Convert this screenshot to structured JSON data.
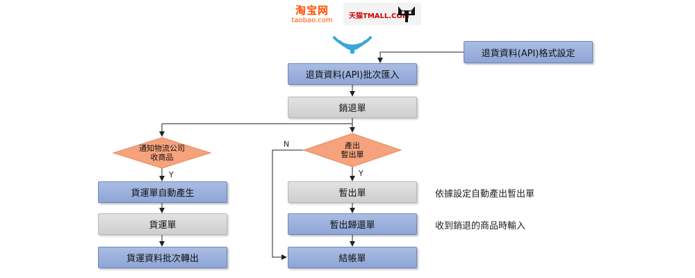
{
  "logos": {
    "taobao_cn": "淘宝网",
    "taobao_en": "taobao.com",
    "tmall_text": "天猫TMALL.COM"
  },
  "nodes": {
    "api_format": "退貨資料(API)格式設定",
    "batch_import": "退貨資料(API)批次匯入",
    "sales_return": "銷退單",
    "ship_auto": "貨運單自動產生",
    "ship_doc": "貨運單",
    "ship_export": "貨運資料批次轉出",
    "temp_out": "暫出單",
    "temp_out_return": "暫出歸還單",
    "close_doc": "結帳單"
  },
  "decisions": {
    "notify_logistics": "通知物流公司\n收商品",
    "produce_temp": "產出\n暫出單"
  },
  "labels": {
    "y1": "Y",
    "y2": "Y",
    "n": "N"
  },
  "notes": {
    "temp_out_note": "依據設定自動產出暫出單",
    "return_note": "收到銷退的商品時輸入"
  },
  "colors": {
    "blue_box": "#9bb1dd",
    "gray_box": "#d9d9d9",
    "diamond": "#f6a27c",
    "arrow": "#222222",
    "wifi": "#3aa7dc"
  },
  "icons": {
    "wifi": "wifi-icon",
    "tmall_cat": "tmall-cat-icon"
  }
}
